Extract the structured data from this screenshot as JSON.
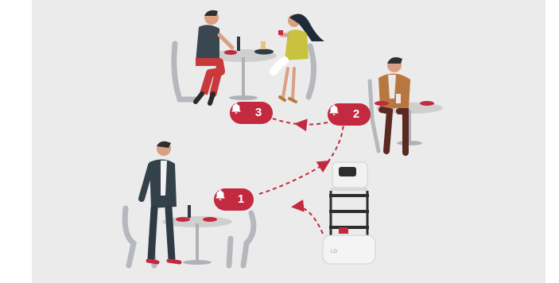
{
  "colors": {
    "background": "#ebebeb",
    "accent_red": "#c3293f",
    "table_grey": "#cfcfcf",
    "chair_grey": "#b5b9bd"
  },
  "badges": [
    {
      "id": "badge-1",
      "number": "1",
      "icon": "bell-icon"
    },
    {
      "id": "badge-2",
      "number": "2",
      "icon": "bell-icon"
    },
    {
      "id": "badge-3",
      "number": "3",
      "icon": "bell-icon"
    }
  ],
  "robot": {
    "label": "LG"
  }
}
